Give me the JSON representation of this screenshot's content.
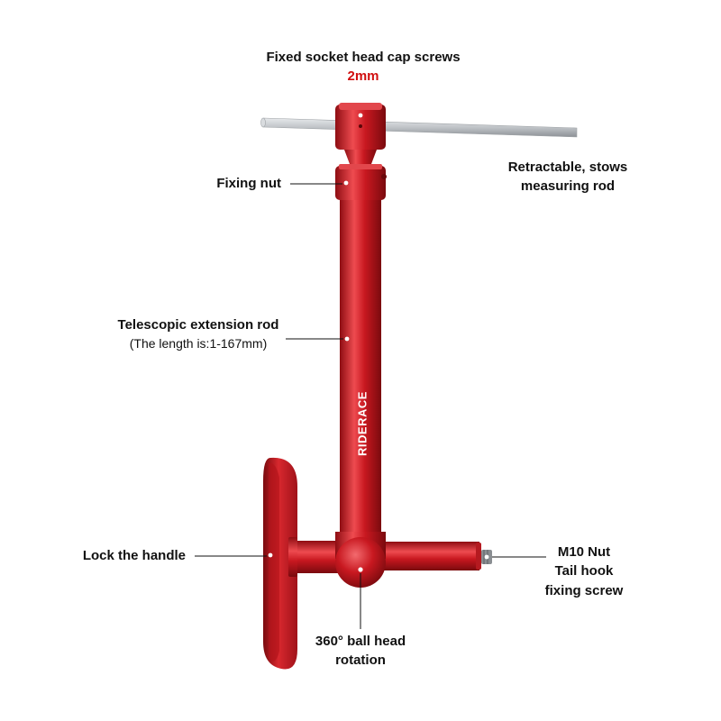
{
  "colors": {
    "tool_red": "#c81820",
    "tool_red_dark": "#8e0d12",
    "tool_red_light": "#ee4b50",
    "rod_silver": "#bfc3c7",
    "accent_red_text": "#d10f0f"
  },
  "brand": {
    "name": "RIDERACE"
  },
  "callouts": {
    "top_screws": {
      "title": "Fixed socket head cap screws",
      "value": "2mm"
    },
    "fixing_nut": {
      "title": "Fixing nut"
    },
    "retractable": {
      "line1": "Retractable, stows",
      "line2": "measuring rod"
    },
    "telescopic": {
      "title": "Telescopic extension rod",
      "note": "(The length is:1-167mm)"
    },
    "lock_handle": {
      "title": "Lock the handle"
    },
    "m10": {
      "line1": "M10 Nut",
      "line2": "Tail hook",
      "line3": "fixing screw"
    },
    "ball_head": {
      "line1": "360° ball head",
      "line2": "rotation"
    }
  }
}
